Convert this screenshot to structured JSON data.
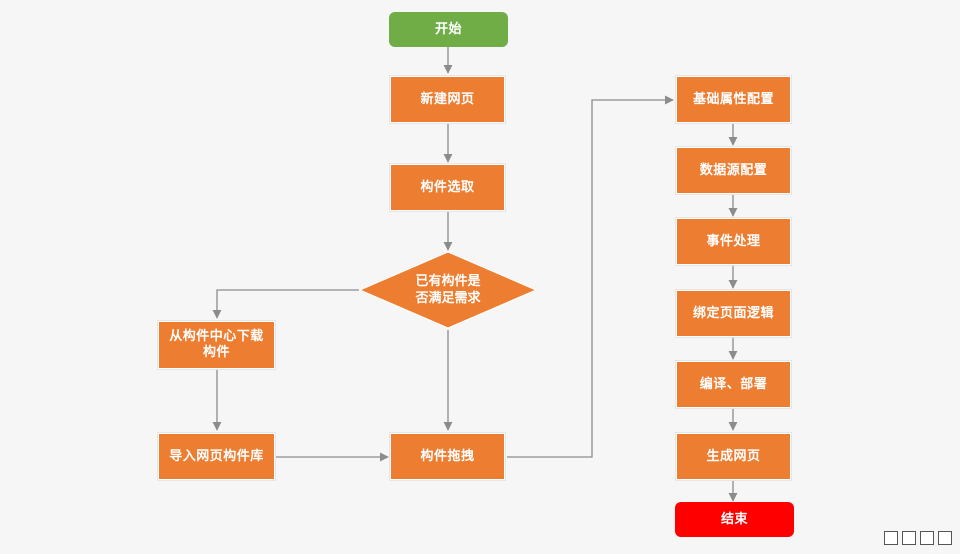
{
  "nodes": {
    "start": "开始",
    "new_page": "新建网页",
    "select_component": "构件选取",
    "decision": "已有构件是\n否满足需求",
    "download": "从构件中心下载\n构件",
    "import_lib": "导入网页构件库",
    "drag": "构件拖拽",
    "basic_config": "基础属性配置",
    "datasource_config": "数据源配置",
    "event": "事件处理",
    "bind_logic": "绑定页面逻辑",
    "compile_deploy": "编译、部署",
    "generate": "生成网页",
    "end": "结束"
  },
  "colors": {
    "start": "#70ad47",
    "process": "#ed7d31",
    "end": "#ff0000",
    "edge": "#8c8c8c"
  }
}
